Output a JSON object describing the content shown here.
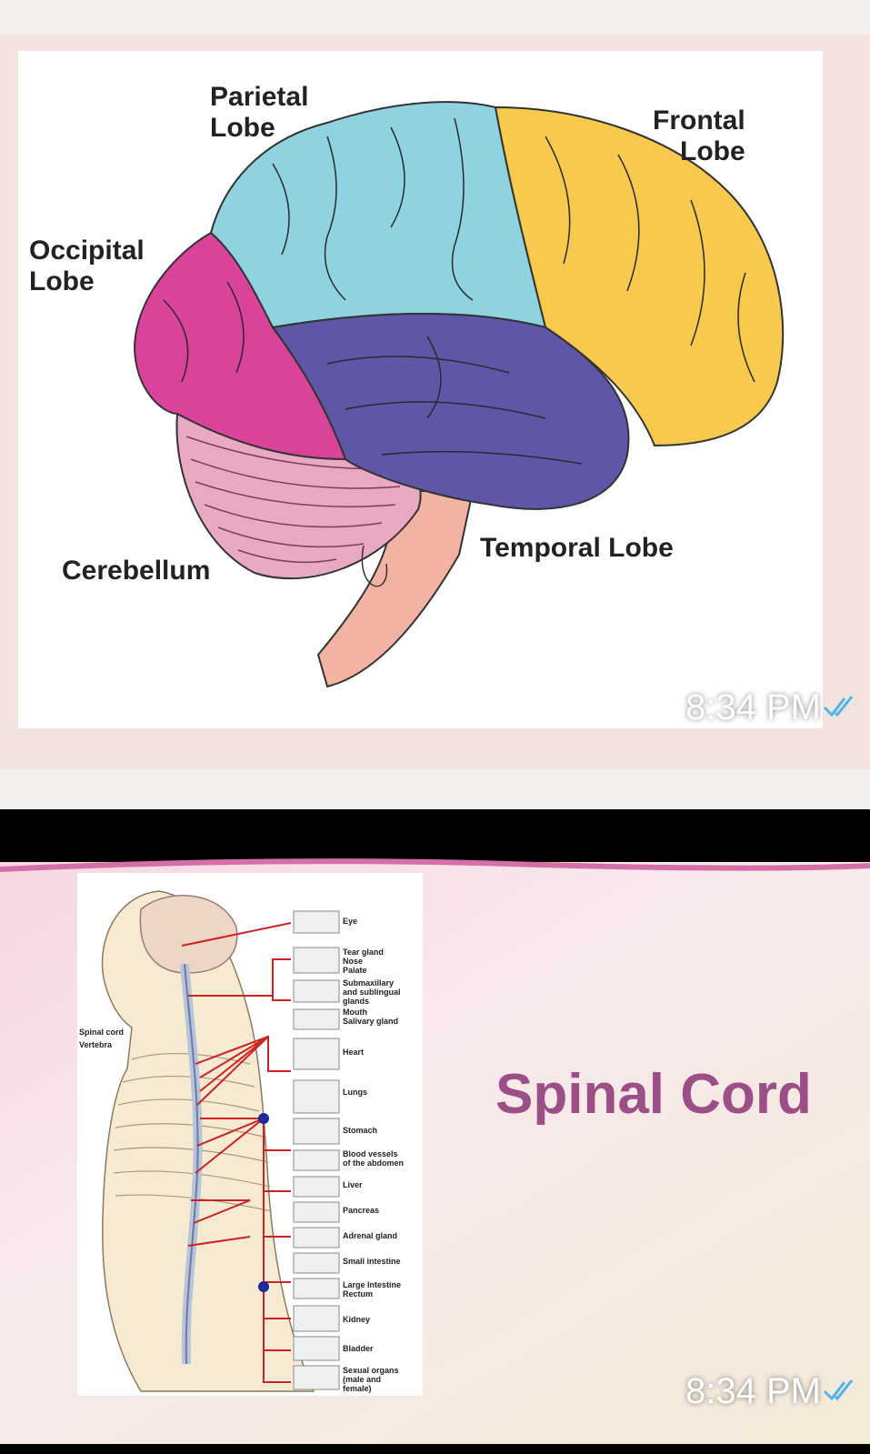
{
  "messages": [
    {
      "kind": "image",
      "timestamp": "8:34 PM",
      "status": "read-double-check-icon",
      "image": {
        "subject": "brain-lobes-diagram",
        "labels": {
          "parietal": "Parietal\nLobe",
          "frontal": "Frontal\nLobe",
          "occipital": "Occipital\nLobe",
          "temporal": "Temporal Lobe",
          "cerebellum": "Cerebellum"
        },
        "colors": {
          "parietal": "#8fd3e0",
          "frontal": "#f7c94c",
          "occipital": "#d9449a",
          "temporal": "#6056a8",
          "cerebellum": "#e9a9c3",
          "stem": "#f2b3a2"
        }
      }
    },
    {
      "kind": "image",
      "timestamp": "8:34 PM",
      "status": "read-double-check-icon",
      "image": {
        "subject": "spinal-cord-slide",
        "title": "Spinal Cord",
        "side_labels": [
          "Spinal cord",
          "Vertebra"
        ],
        "organs": [
          "Eye",
          "Tear gland\nNose\nPalate",
          "Submaxillary\nand sublingual\nglands",
          "Mouth\nSalivary gland",
          "Heart",
          "Lungs",
          "Stomach",
          "Blood vessels\nof the abdomen",
          "Liver",
          "Pancreas",
          "Adrenal gland",
          "Small intestine",
          "Large Intestine\nRectum",
          "Kidney",
          "Bladder",
          "Sexual organs\n(male and\nfemale)"
        ],
        "title_color": "#9b4f86",
        "nerve_color": "#cc2222"
      }
    }
  ],
  "accent": {
    "check": "#4fb3f0"
  }
}
